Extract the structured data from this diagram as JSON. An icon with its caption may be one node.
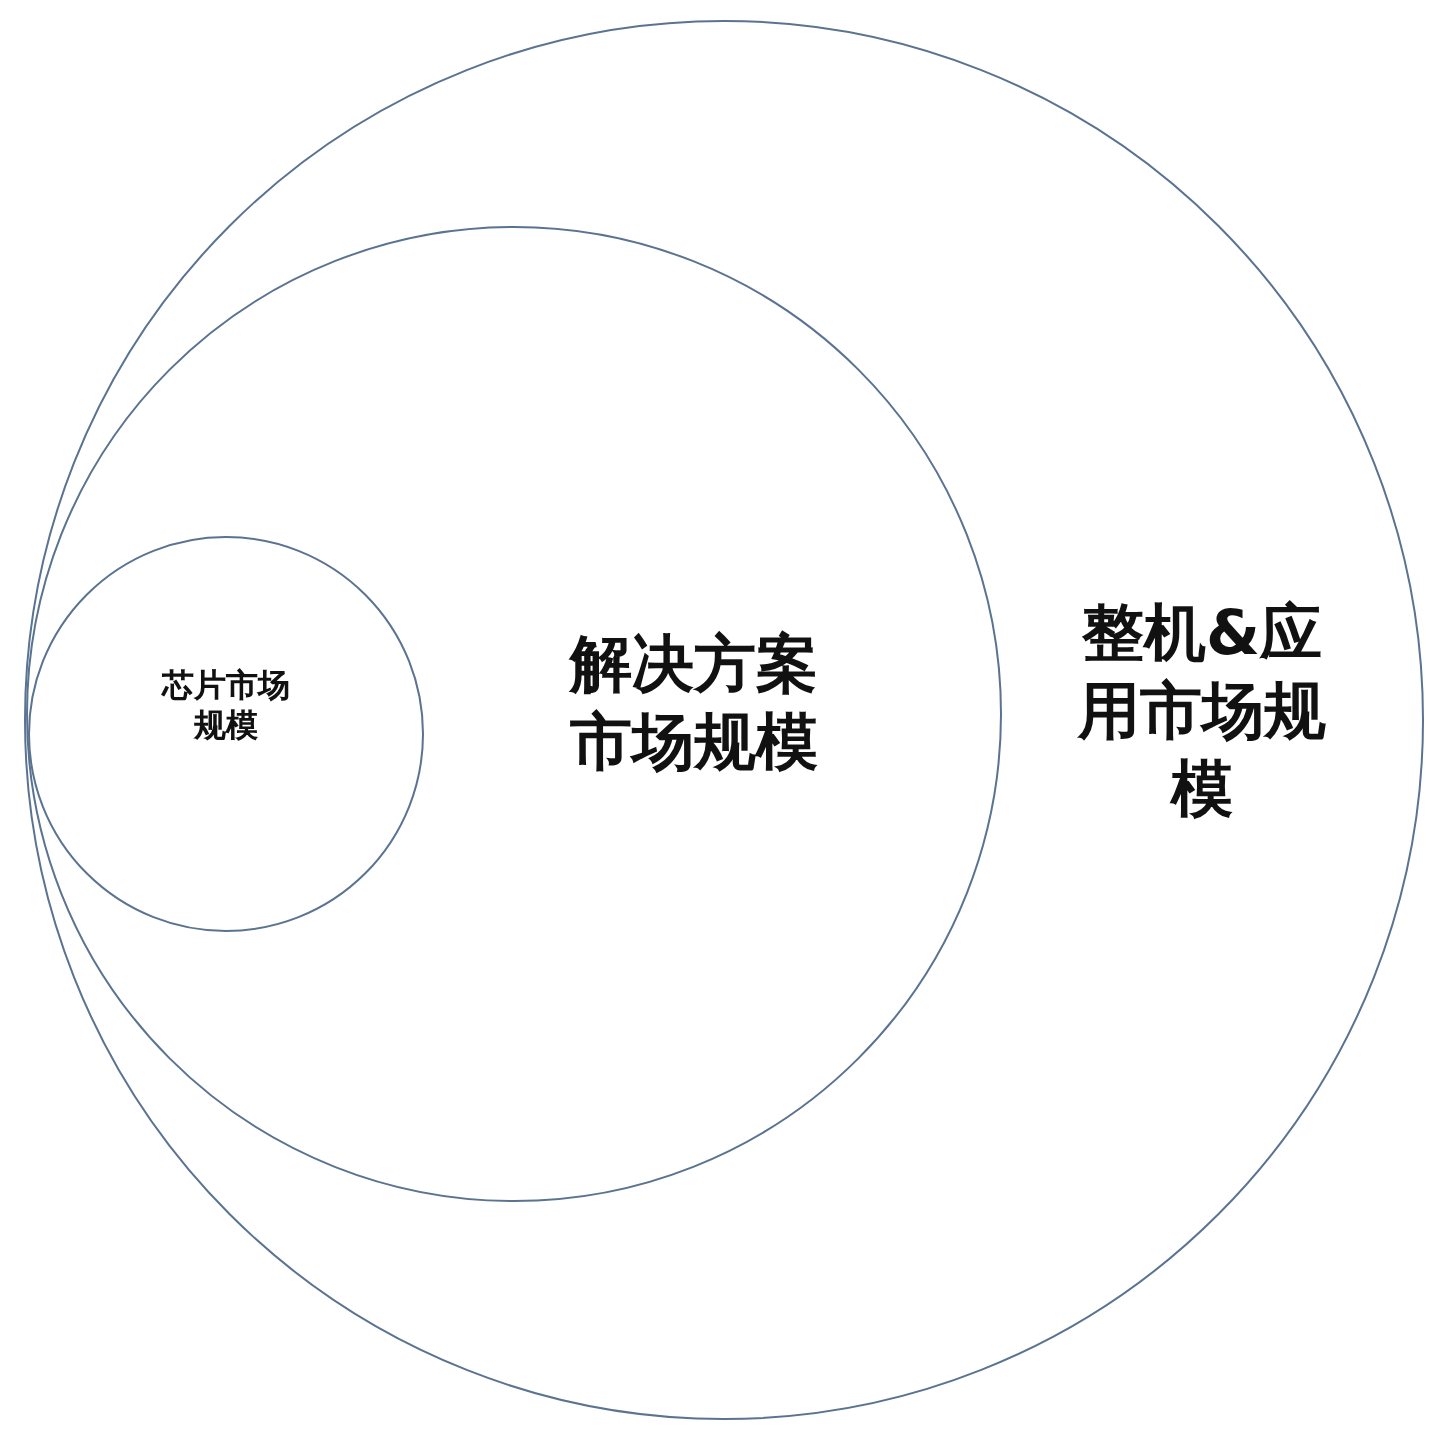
{
  "diagram": {
    "nodes": [
      {
        "text": [
          "整机&应用市场规模"
        ]
      },
      {
        "text": [
          "解决方案市场规模"
        ],
        "in": 0
      },
      {
        "text": [
          "芯片市场规模"
        ],
        "in": 1
      }
    ]
  }
}
